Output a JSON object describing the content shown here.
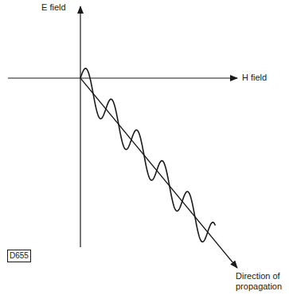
{
  "diagram": {
    "nodes": [
      {
        "text": [
          "D655"
        ]
      }
    ],
    "labels": [
      "E field",
      "H field",
      "Direction of propagation"
    ]
  }
}
